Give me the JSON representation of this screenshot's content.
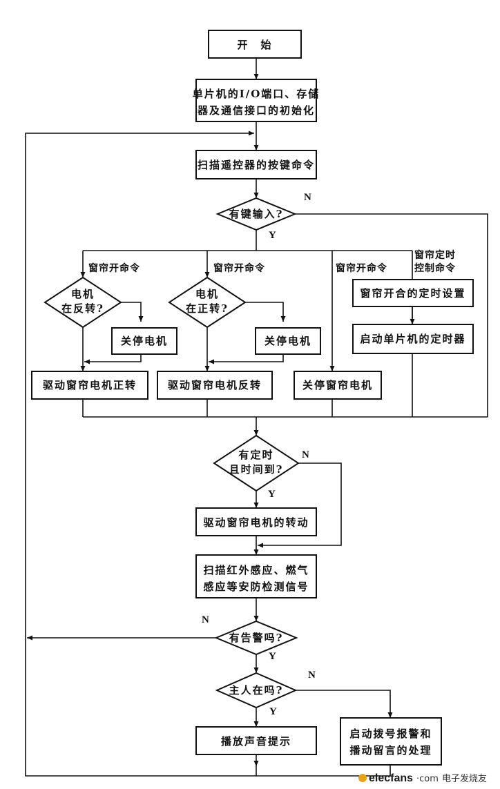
{
  "nodes": {
    "start": "开　始",
    "init_1": "单片机的I/O端口、存储",
    "init_2": "器及通信接口的初始化",
    "scan_keys": "扫描遥控器的按键命令",
    "has_key": "有键输入?",
    "motor_rev_q_1": "电机",
    "motor_rev_q_2": "在反转?",
    "stop_motor_1": "关停电机",
    "motor_fwd_q_1": "电机",
    "motor_fwd_q_2": "在正转?",
    "stop_motor_2": "关停电机",
    "timer_set": "窗帘开合的定时设置",
    "start_timer": "启动单片机的定时器",
    "drive_fwd": "驱动窗帘电机正转",
    "drive_rev": "驱动窗帘电机反转",
    "stop_curtain": "关停窗帘电机",
    "timer_due_1": "有定时",
    "timer_due_2": "且时间到?",
    "drive_curtain": "驱动窗帘电机的转动",
    "scan_sensors_1": "扫描红外感应、燃气",
    "scan_sensors_2": "感应等安防检测信号",
    "alarm_q": "有告警吗?",
    "owner_q": "主人在吗?",
    "play_sound": "播放声音提示",
    "dial_1": "启动拨号报警和",
    "dial_2": "播动留言的处理"
  },
  "branch_labels": {
    "cmd_1": "窗帘开命令",
    "cmd_2": "窗帘开命令",
    "cmd_3": "窗帘开命令",
    "cmd_4_1": "窗帘定时",
    "cmd_4_2": "控制命令"
  },
  "flow_labels": {
    "yes": "Y",
    "no": "N"
  },
  "watermark": {
    "site": "elecfans",
    "domain": "·com",
    "cn": "电子发烧友"
  }
}
